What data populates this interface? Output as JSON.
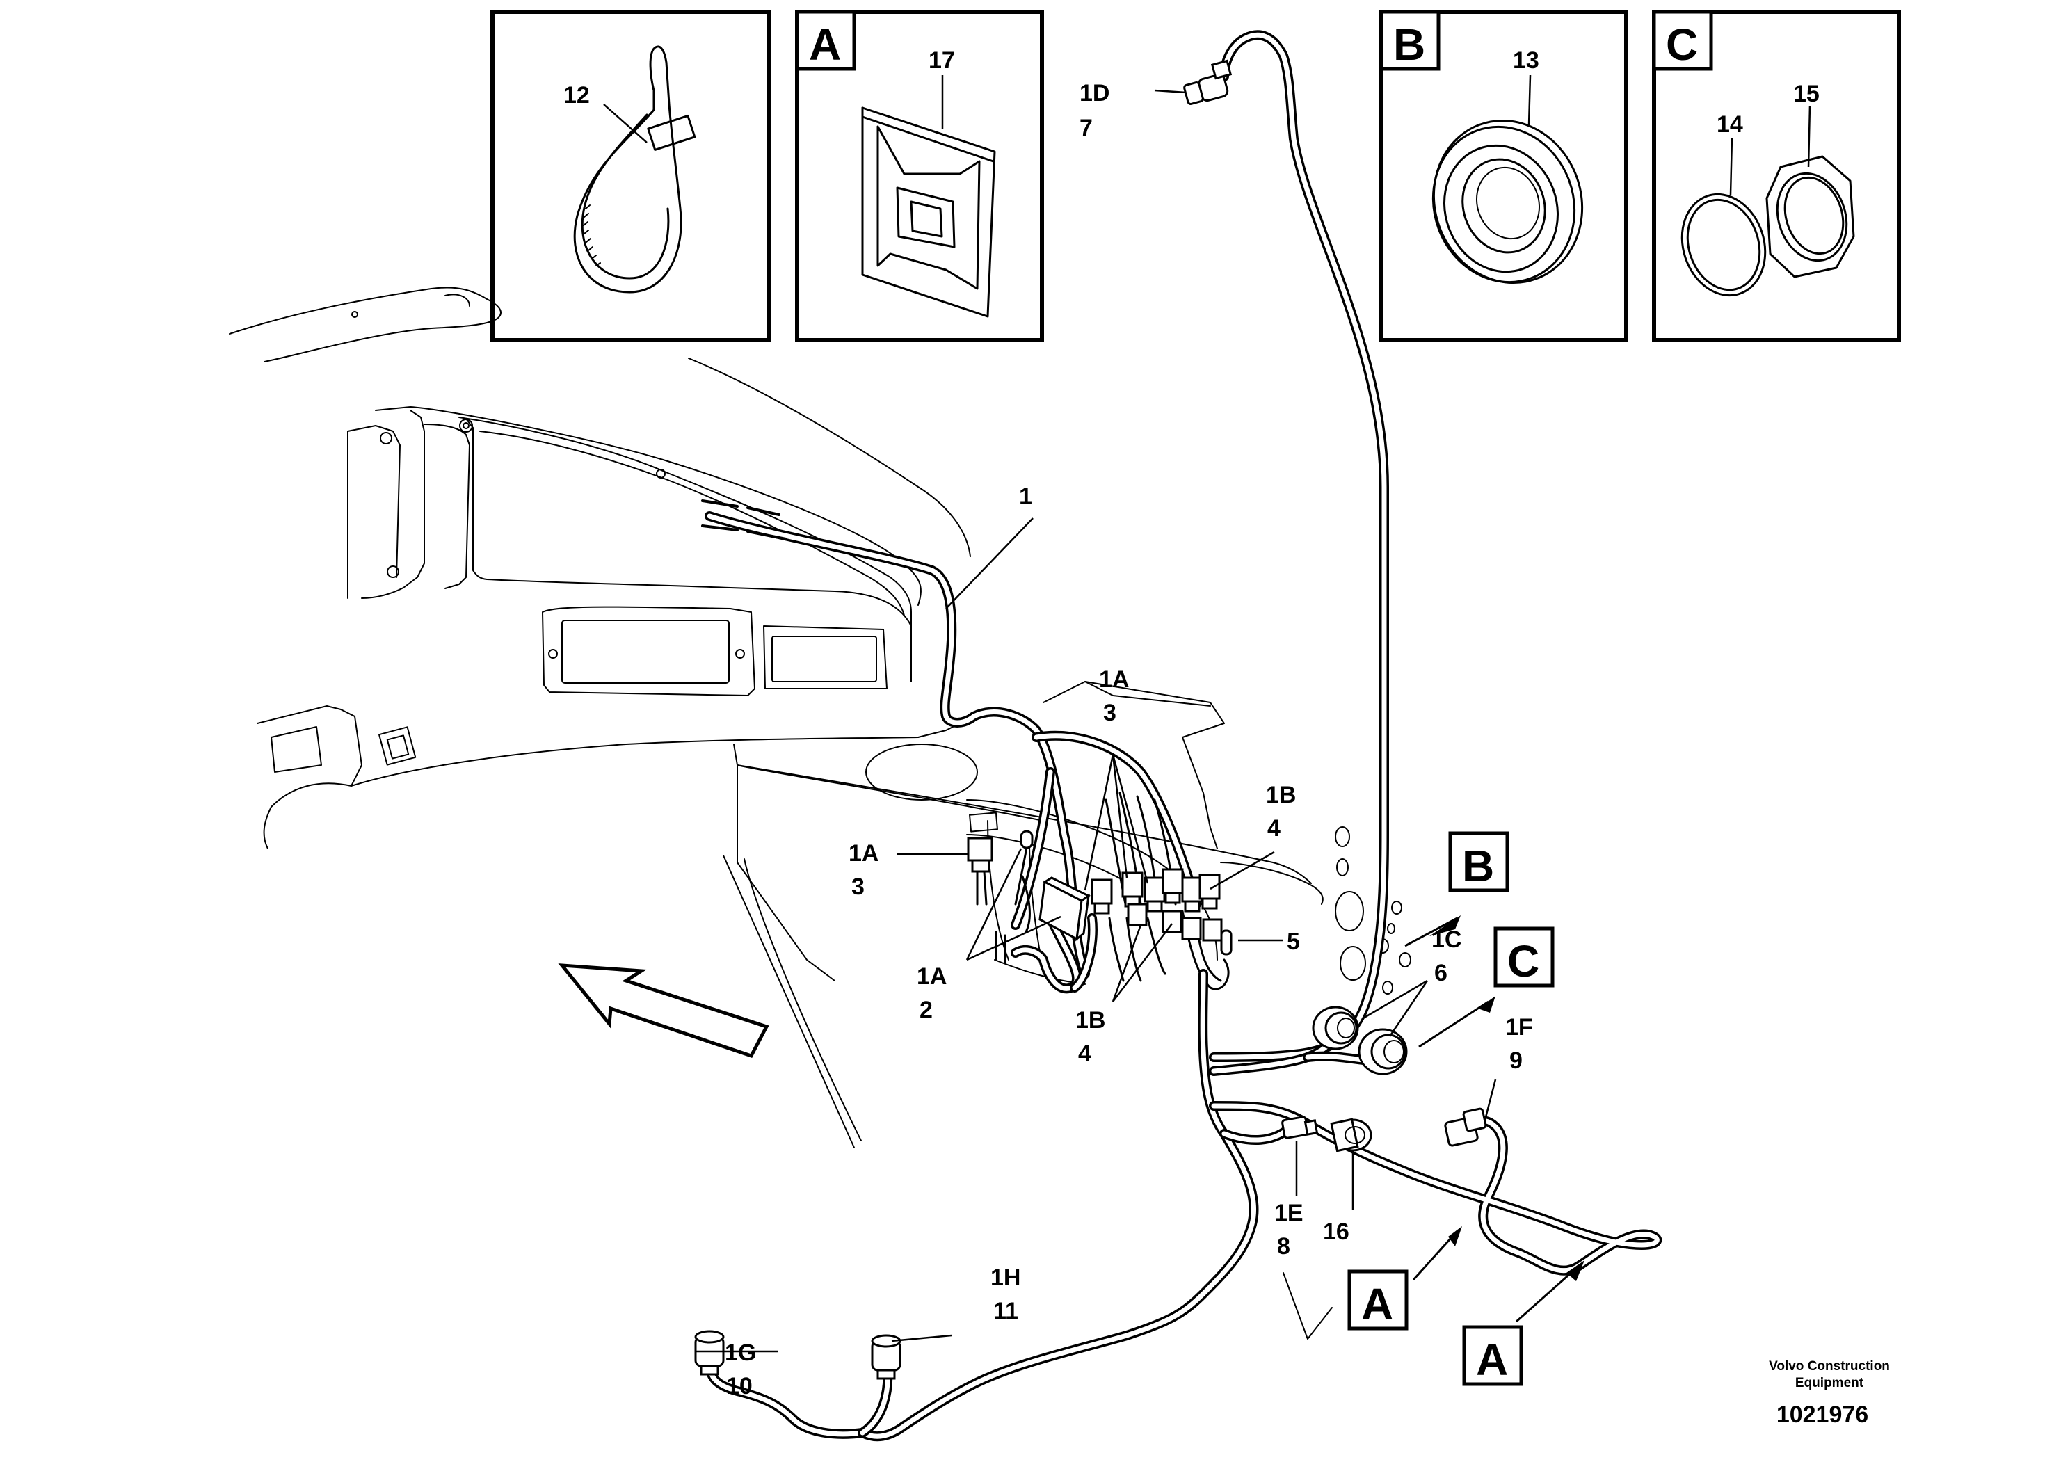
{
  "insets": [
    {
      "letter": "",
      "part": "12",
      "item": "cable-tie"
    },
    {
      "letter": "A",
      "part": "17",
      "item": "tie-mount"
    },
    {
      "letter": "B",
      "part": "13",
      "item": "grommet"
    },
    {
      "letter": "C",
      "part": "14",
      "part2": "15",
      "item": "o-ring-and-nut"
    }
  ],
  "callouts": {
    "c1": "1",
    "c1d_a": "1D",
    "c1d_b": "7",
    "c1a_top_a": "1A",
    "c1a_top_b": "3",
    "c1a_left_a": "1A",
    "c1a_left_b": "3",
    "c1a_bot_a": "1A",
    "c1a_bot_b": "2",
    "c1b_top_a": "1B",
    "c1b_top_b": "4",
    "c1b_bot_a": "1B",
    "c1b_bot_b": "4",
    "c5": "5",
    "c1c_a": "1C",
    "c1c_b": "6",
    "c1f_a": "1F",
    "c1f_b": "9",
    "c1e_a": "1E",
    "c1e_b": "8",
    "c16": "16",
    "c1h_a": "1H",
    "c1h_b": "11",
    "c1g_a": "1G",
    "c1g_b": "10"
  },
  "view_markers": {
    "b_main": "B",
    "c_main": "C",
    "a_mid": "A",
    "a_right": "A"
  },
  "footer": {
    "brand_line1": "Volvo Construction",
    "brand_line2": "Equipment",
    "doc_number": "1021976"
  }
}
